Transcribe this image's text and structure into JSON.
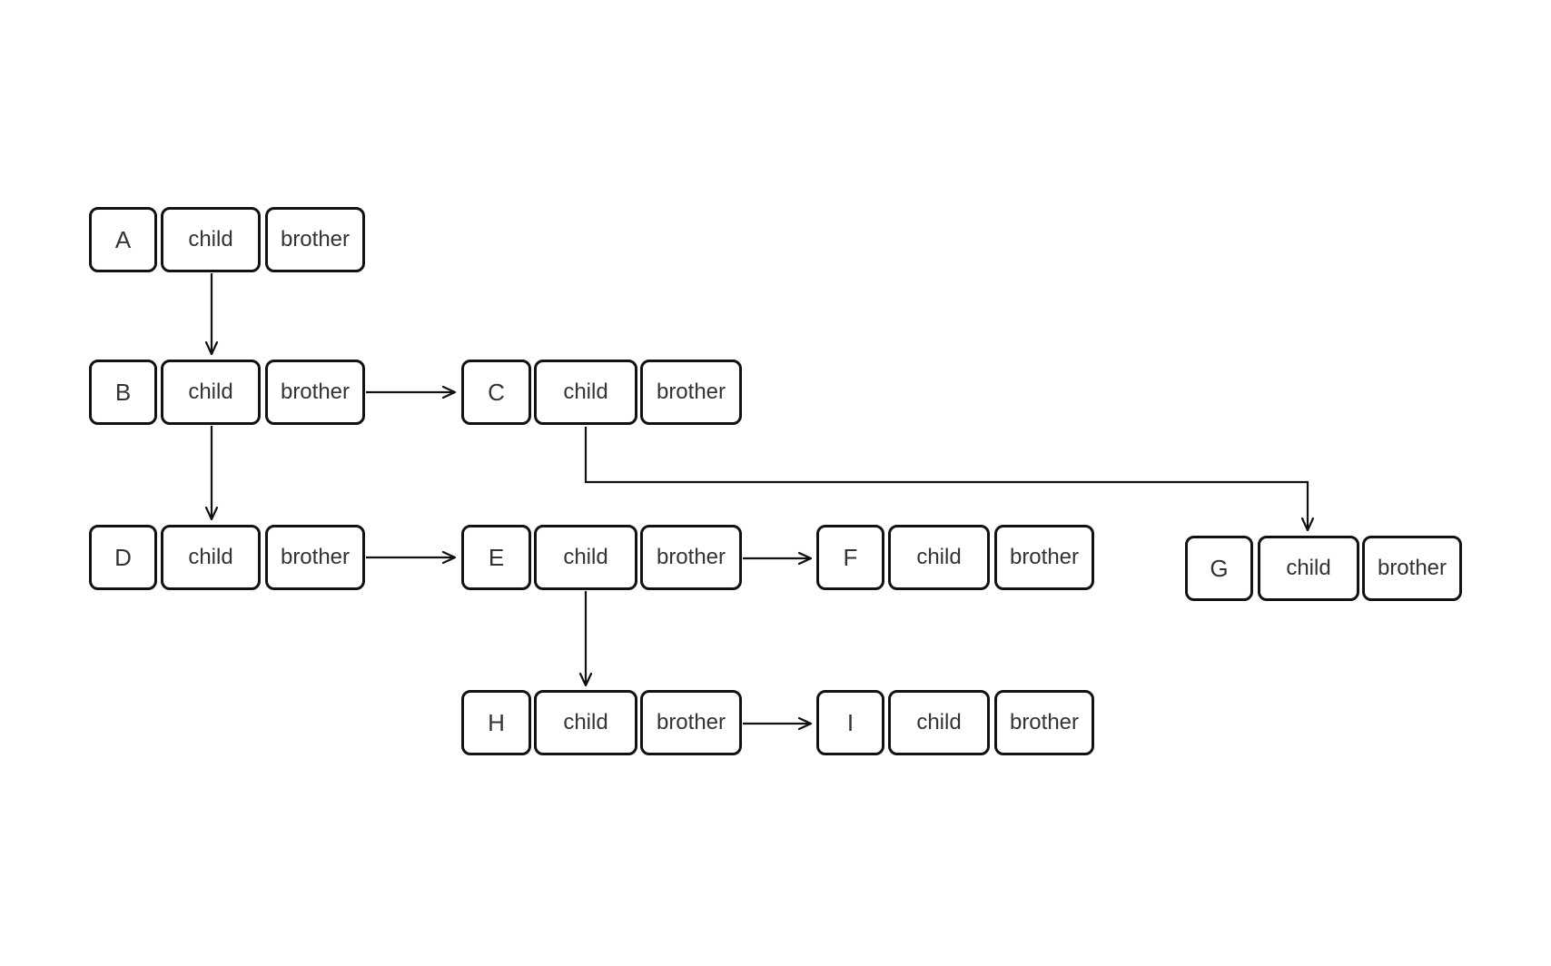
{
  "diagram": {
    "cell_labels": {
      "child": "child",
      "brother": "brother"
    },
    "nodes": [
      {
        "id": "A",
        "label": "A"
      },
      {
        "id": "B",
        "label": "B"
      },
      {
        "id": "C",
        "label": "C"
      },
      {
        "id": "D",
        "label": "D"
      },
      {
        "id": "E",
        "label": "E"
      },
      {
        "id": "F",
        "label": "F"
      },
      {
        "id": "G",
        "label": "G"
      },
      {
        "id": "H",
        "label": "H"
      },
      {
        "id": "I",
        "label": "I"
      }
    ],
    "edges": [
      {
        "from": "A",
        "via": "child",
        "to": "B"
      },
      {
        "from": "B",
        "via": "brother",
        "to": "C"
      },
      {
        "from": "B",
        "via": "child",
        "to": "D"
      },
      {
        "from": "C",
        "via": "child",
        "to": "G"
      },
      {
        "from": "D",
        "via": "brother",
        "to": "E"
      },
      {
        "from": "E",
        "via": "brother",
        "to": "F"
      },
      {
        "from": "E",
        "via": "child",
        "to": "H"
      },
      {
        "from": "H",
        "via": "brother",
        "to": "I"
      }
    ],
    "colors": {
      "background": "#ffffff",
      "node_fill": "#ffffff",
      "stroke": "#111111",
      "text": "#333333"
    }
  }
}
